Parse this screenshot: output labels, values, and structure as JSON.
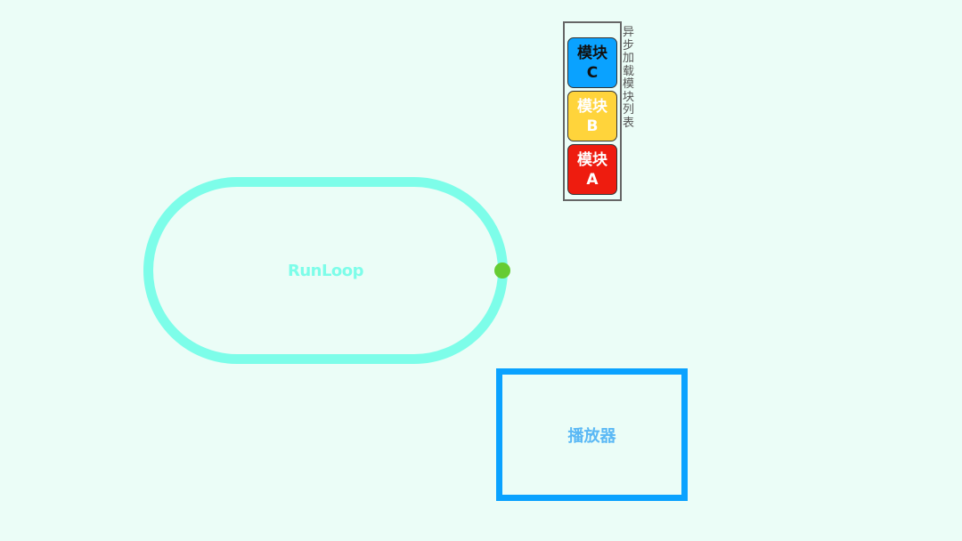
{
  "diagram": {
    "runloop": {
      "label": "RunLoop",
      "color": "#7dfde9",
      "marker_color": "#66cc33"
    },
    "module_queue": {
      "label": "异步加载模块列表",
      "modules": [
        {
          "label": "模块\nC",
          "fill": "#0aa2ff",
          "text_color": "#111111"
        },
        {
          "label": "模块\nB",
          "fill": "#ffd43b",
          "text_color": "#ffffff"
        },
        {
          "label": "模块\nA",
          "fill": "#ee1c0f",
          "text_color": "#ffffff"
        }
      ]
    },
    "player": {
      "label": "播放器",
      "color": "#0aa2ff"
    }
  }
}
